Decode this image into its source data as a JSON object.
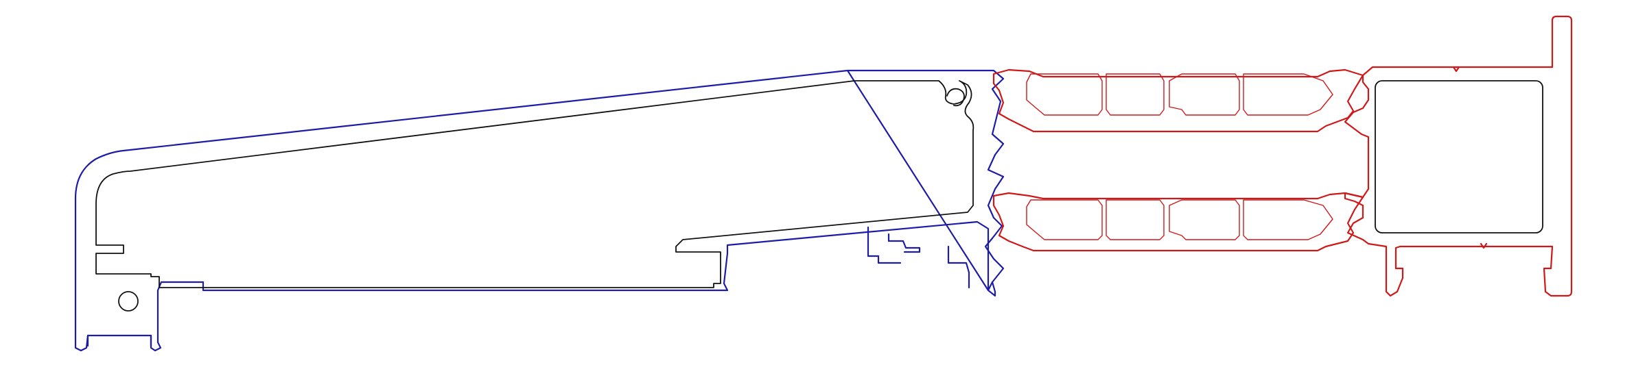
{
  "drawing": {
    "colors": {
      "background": "#ffffff",
      "sill_outline": "#1c1ca8",
      "inner_outline": "#111111",
      "thermal_profile": "#d01818",
      "insulation_hatch": "#d01818"
    },
    "parts": [
      "sill-profile",
      "thermal-break-strips",
      "frame-profile"
    ]
  }
}
